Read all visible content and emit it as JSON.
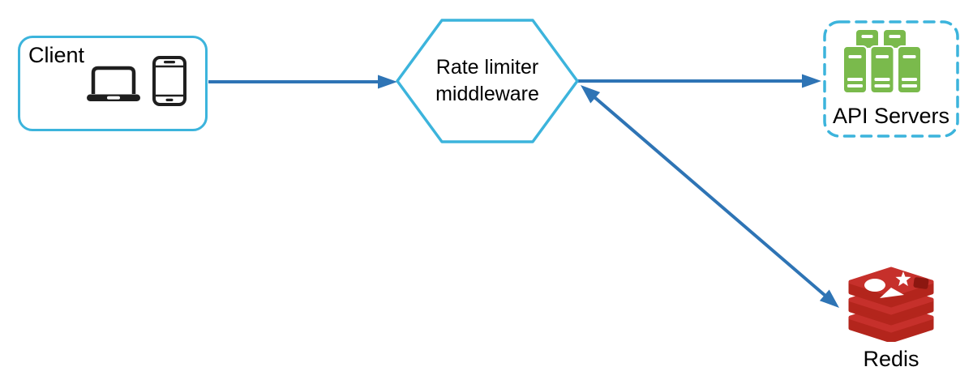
{
  "nodes": {
    "client": {
      "label": "Client"
    },
    "rate_limiter": {
      "label_lines": [
        "Rate limiter",
        "middleware"
      ]
    },
    "api_servers": {
      "label": "API Servers"
    },
    "redis": {
      "label": "Redis"
    }
  },
  "edges": [
    {
      "from": "Client",
      "to": "Rate limiter middleware",
      "direction": "one-way"
    },
    {
      "from": "Rate limiter middleware",
      "to": "API Servers",
      "direction": "one-way"
    },
    {
      "from": "Rate limiter middleware",
      "to": "Redis",
      "direction": "two-way"
    }
  ],
  "icons": {
    "client": [
      "laptop-icon",
      "smartphone-icon"
    ],
    "api_servers": "server-cluster-icon",
    "redis": "redis-stack-icon"
  },
  "colors": {
    "background": "#FFFFFF",
    "node_border_cyan": "#3CB4DC",
    "arrow_blue": "#2E74B5",
    "server_green": "#7ABA4C",
    "redis_red": "#C6302B",
    "redis_red_mid": "#B3251C",
    "redis_red_dark": "#8C1710",
    "icon_black": "#1F1F1F",
    "text_black": "#000000"
  }
}
